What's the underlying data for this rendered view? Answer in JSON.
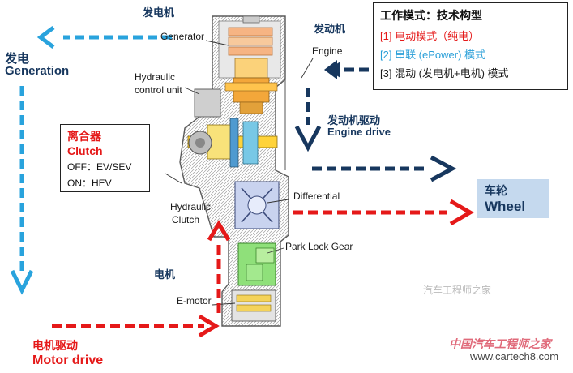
{
  "labels": {
    "generator_cn": "发电机",
    "generator": "Generator",
    "engine_cn": "发动机",
    "engine": "Engine",
    "generation_cn": "发电",
    "generation_en": "Generation",
    "hydraulic_control_1": "Hydraulic",
    "hydraulic_control_2": "control unit",
    "engine_drive_cn": "发动机驱动",
    "engine_drive_en": "Engine drive",
    "differential": "Differential",
    "hydraulic_clutch_1": "Hydraulic",
    "hydraulic_clutch_2": "Clutch",
    "park_lock_gear": "Park Lock Gear",
    "emotor_cn": "电机",
    "emotor": "E-motor",
    "motor_drive_cn": "电机驱动",
    "motor_drive_en": "Motor drive"
  },
  "mode_box": {
    "title": "工作模式：技术构型",
    "modes": [
      {
        "text": "[1] 电动模式（纯电）",
        "color": "#e51919"
      },
      {
        "text": "[2] 串联 (ePower) 模式",
        "color": "#2a9fd8"
      },
      {
        "text": "[3] 混动 (发电机+电机) 模式",
        "color": "#1a1a1a"
      }
    ]
  },
  "clutch_box": {
    "title_cn": "离合器",
    "title_en": "Clutch",
    "line_off": "OFF：EV/SEV",
    "line_on": "ON：HEV"
  },
  "wheel_box": {
    "cn": "车轮",
    "en": "Wheel"
  },
  "watermark": {
    "text": "中国汽车工程师之家",
    "url": "www.cartech8.com",
    "wechat": "汽车工程师之家"
  },
  "colors": {
    "navy": "#17375e",
    "red": "#e51919",
    "cyan": "#29a3dd",
    "gear_yellow": "#ffd33a",
    "gear_orange": "#f3a73a",
    "gear_green": "#8fe07a",
    "housing": "#d9d9d9",
    "wheel_bg": "#c5d9ee"
  }
}
